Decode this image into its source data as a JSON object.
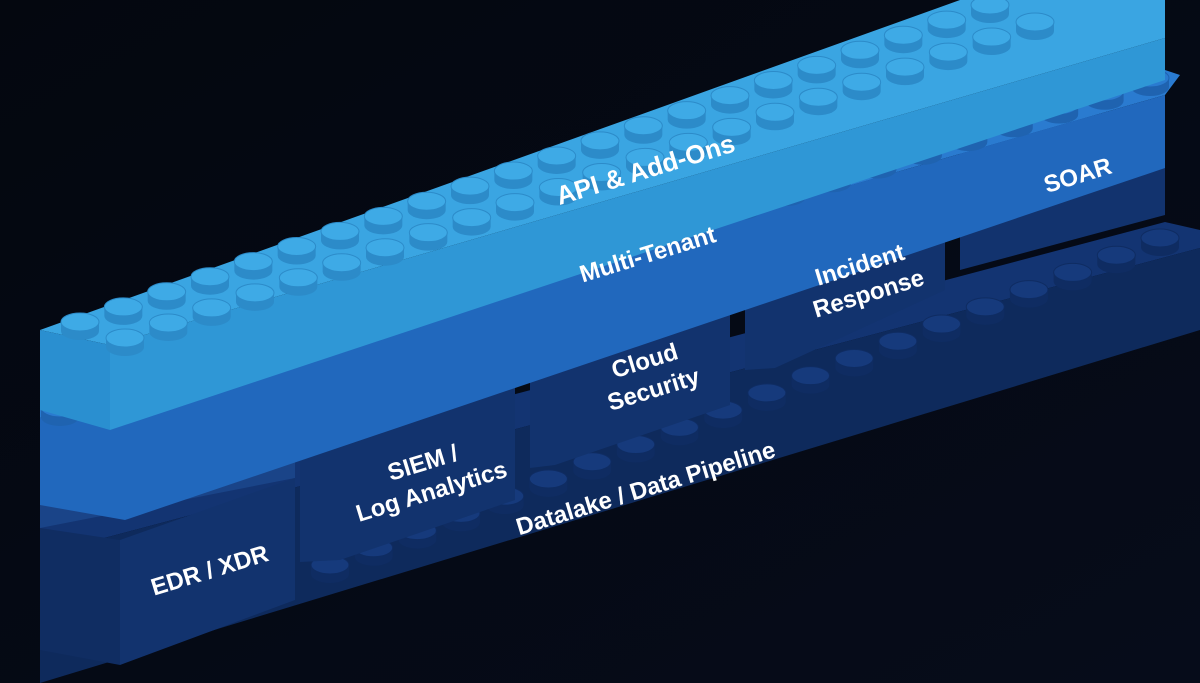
{
  "layers": {
    "top": "API & Add-Ons",
    "middle": "Multi-Tenant",
    "bottom": "Datalake / Data Pipeline"
  },
  "modules": [
    {
      "line1": "EDR / XDR",
      "line2": ""
    },
    {
      "line1": "SIEM /",
      "line2": "Log Analytics"
    },
    {
      "line1": "Cloud",
      "line2": "Security"
    },
    {
      "line1": "Incident",
      "line2": "Response"
    },
    {
      "line1": "SOAR",
      "line2": ""
    }
  ],
  "colors": {
    "background": "#02050c",
    "top_front": "#2f97d6",
    "top_face": "#3aa5e2",
    "middle_front": "#2168bd",
    "middle_face": "#2a7bd0",
    "module_front": "#12336e",
    "module_face": "#1a4488",
    "base_front": "#0e2a5c",
    "base_face": "#133472"
  }
}
